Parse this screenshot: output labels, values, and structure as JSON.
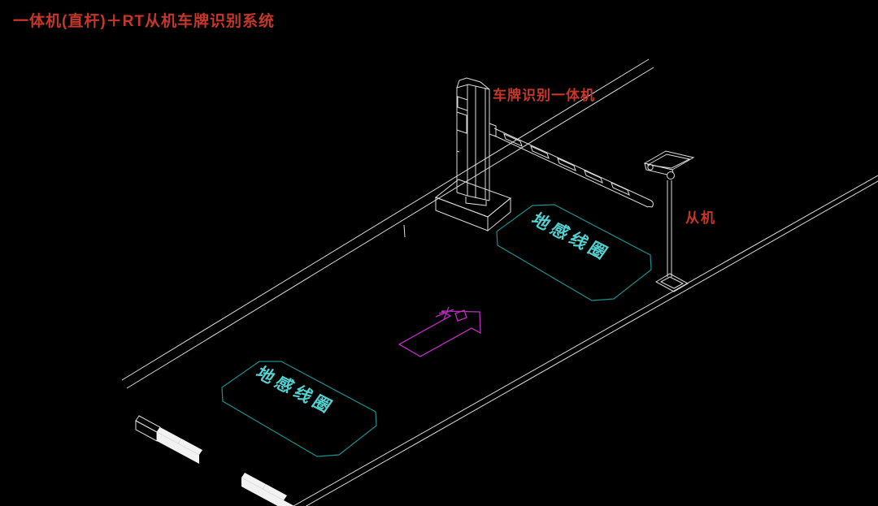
{
  "title": "一体机(直杆)＋RT从机车牌识别系统",
  "labels": {
    "camera_unit": "车牌识别一体机",
    "slave_camera": "从机",
    "ground_loop_near": "地感线圈",
    "ground_loop_far": "地感线圈"
  },
  "colors": {
    "background": "#000000",
    "label_red": "#c7362b",
    "loop_teal": "#1f8e8e",
    "loop_text_cyan": "#54d2d2",
    "arrow_magenta": "#bb2cbe",
    "line_gray": "#dcdcdc",
    "stripe_white": "#f2f2f2"
  }
}
